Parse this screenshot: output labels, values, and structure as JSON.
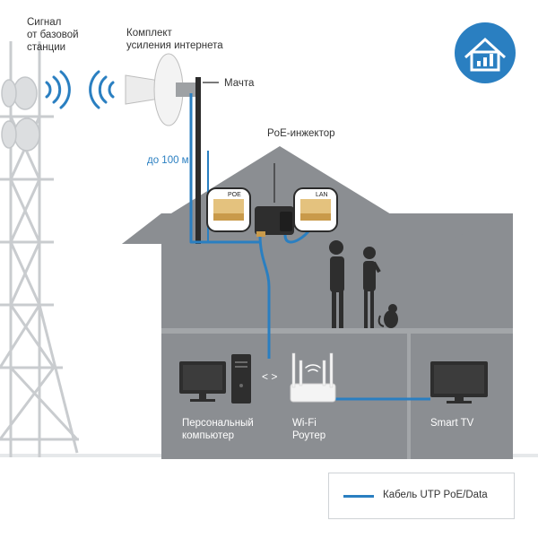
{
  "labels": {
    "signal": "Сигнал\nот базовой\nстанции",
    "kit": "Комплект\nусиления интернета",
    "mast": "Мачта",
    "poe_injector": "PoE-инжектор",
    "distance": "до 100 м",
    "port_poe": "POE",
    "port_lan": "LAN",
    "pc": "Персональный\nкомпьютер",
    "router": "Wi-Fi\nРоутер",
    "tv": "Smart TV",
    "connector": "< >"
  },
  "legend": {
    "cable": "Кабель UTP PoE/Data"
  },
  "icons": {
    "home_badge": "smart-home-icon"
  },
  "colors": {
    "cable": "#2a7fc1",
    "house": "#8a8d91",
    "badge": "#2a7fc1"
  }
}
